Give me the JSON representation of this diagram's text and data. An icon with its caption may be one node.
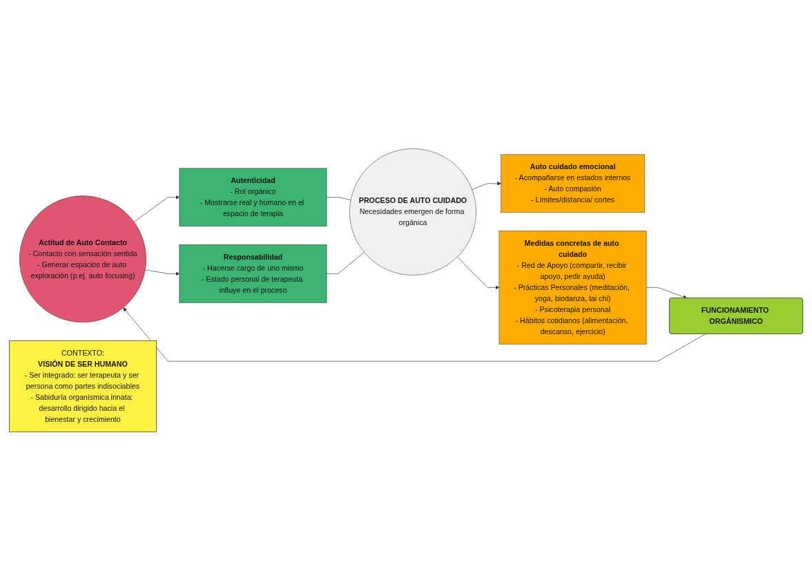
{
  "diagram": {
    "nodes": [
      {
        "text": [
          "CONTEXTO:",
          "VISIÓN DE SER HUMANO",
          "- Ser integrado: ser terapeuta y ser persona como partes indisociables",
          "- Sabiduría organísmica innata: desarrollo dirigido hacia el bienestar y crecimiento"
        ]
      },
      {
        "text": [
          "Actitud de Auto Contacto",
          "- Contacto con sensación sentida",
          "- Generar espacios de auto exploración (p.ej. auto focusing)"
        ]
      },
      {
        "text": [
          "Autenticidad",
          "- Rol orgánico",
          "- Mostrarse real y humano en el espacio de terapia"
        ]
      },
      {
        "text": [
          "Responsabilidad",
          "- Hacerse cargo de uno mismo",
          "- Estado personal de terapeuta influye en el proceso"
        ]
      },
      {
        "text": [
          "PROCESO DE AUTO CUIDADO",
          "Necesidades emergen de forma orgánica"
        ]
      },
      {
        "text": [
          "Auto cuidado emocional",
          "- Acompañarse en estados internos",
          "- Auto compasión",
          "- Límites/distancia/ cortes"
        ]
      },
      {
        "text": [
          "Medidas concretas de auto cuidado",
          "- Red de Apoyo (compartir, recibir apoyo, pedir ayuda)",
          "- Prácticas Personales (meditación, yoga, biodanza, tai chi)",
          "- Psicoterapia personal",
          "- Hábitos cotidianos (alimentación, descanso, ejercicio)"
        ]
      },
      {
        "text": [
          "FUNCIONAMIENTO ORGÁNISMICO"
        ]
      }
    ],
    "edges": [
      {
        "from": 1,
        "to": 2,
        "arrow": "to"
      },
      {
        "from": 1,
        "to": 3,
        "arrow": "to"
      },
      {
        "from": 2,
        "to": 4,
        "arrow": "none"
      },
      {
        "from": 3,
        "to": 4,
        "arrow": "none"
      },
      {
        "from": 4,
        "to": 5,
        "arrow": "to"
      },
      {
        "from": 4,
        "to": 6,
        "arrow": "to"
      },
      {
        "from": 6,
        "to": 7,
        "arrow": "to"
      },
      {
        "from": 7,
        "to": 1,
        "arrow": "to"
      }
    ]
  }
}
